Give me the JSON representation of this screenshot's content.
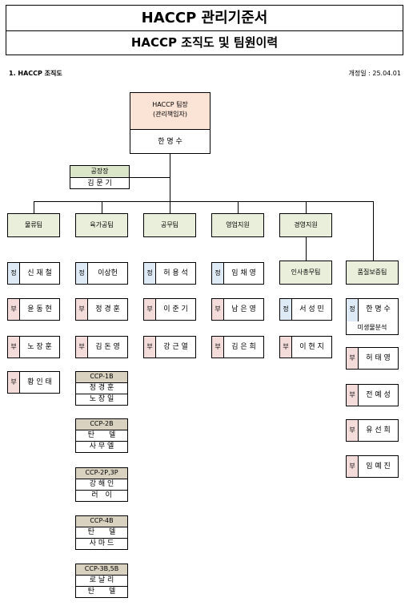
{
  "header": {
    "title": "HACCP 관리기준서",
    "subtitle": "HACCP 조직도 및 팀원이력"
  },
  "section_title": "1. HACCP 조직도",
  "revision": "개정일 : 25.04.01",
  "leader": {
    "role_line1": "HACCP 팀장",
    "role_line2": "(관리책임자)",
    "name": "한 명 수"
  },
  "plant_manager": {
    "role": "공장장",
    "name": "김 문 기"
  },
  "teams": [
    {
      "name": "물류팀",
      "members": [
        {
          "role": "정",
          "name": "신 재 철"
        },
        {
          "role": "부",
          "name": "윤 동 현"
        },
        {
          "role": "부",
          "name": "노 장 훈"
        },
        {
          "role": "부",
          "name": "황 인 태"
        }
      ]
    },
    {
      "name": "육가공팀",
      "members": [
        {
          "role": "정",
          "name": "이상헌"
        },
        {
          "role": "부",
          "name": "정 경 훈"
        },
        {
          "role": "부",
          "name": "김 돈 영"
        }
      ]
    },
    {
      "name": "공무팀",
      "members": [
        {
          "role": "정",
          "name": "허 용 석"
        },
        {
          "role": "부",
          "name": "이 준 기"
        },
        {
          "role": "부",
          "name": "강 근 열"
        }
      ]
    },
    {
      "name": "영업지원",
      "members": [
        {
          "role": "정",
          "name": "임 채 영"
        },
        {
          "role": "부",
          "name": "남 은 영"
        },
        {
          "role": "부",
          "name": "김 은 희"
        }
      ]
    },
    {
      "name": "경영지원",
      "sub_team": "인사총무팀",
      "members": [
        {
          "role": "정",
          "name": "서 성 민"
        },
        {
          "role": "부",
          "name": "이 현 지"
        }
      ]
    },
    {
      "name": "품질보증팀",
      "extra": "미생물분석",
      "members": [
        {
          "role": "정",
          "name": "한 명 수"
        },
        {
          "role": "부",
          "name": "허 태 영"
        },
        {
          "role": "부",
          "name": "전 예 성"
        },
        {
          "role": "부",
          "name": "유 선 희"
        },
        {
          "role": "부",
          "name": "임 예 진"
        }
      ]
    }
  ],
  "ccp": [
    {
      "label": "CCP-1B",
      "names": [
        "정 경 훈",
        "노 장 일"
      ]
    },
    {
      "label": "CCP-2B",
      "names": [
        "탄　　델",
        "사 무 엘"
      ]
    },
    {
      "label": "CCP-2P,3P",
      "names": [
        "강 해 인",
        "러　이"
      ]
    },
    {
      "label": "CCP-4B",
      "names": [
        "탄　　델",
        "사 마 드"
      ]
    },
    {
      "label": "CCP-3B,5B",
      "names": [
        "로 날 리",
        "탄　　델"
      ]
    }
  ]
}
